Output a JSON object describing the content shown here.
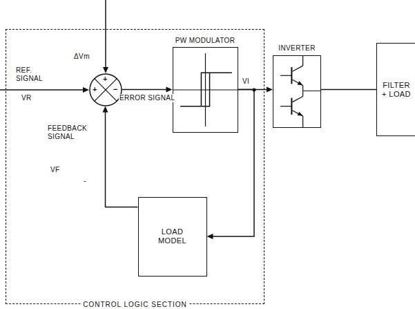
{
  "diagram": {
    "nodes": [
      {
        "text": [
          "CONTROL LOGIC SECTION"
        ]
      },
      {
        "text": [
          "+",
          "+",
          "−"
        ],
        "in": 0
      },
      {
        "text": [
          "PW MODULATOR"
        ],
        "in": 0
      },
      {
        "text": [
          "LOAD MODEL"
        ],
        "in": 0
      },
      {
        "text": [
          "INVERTER"
        ]
      },
      {
        "text": [
          "FILTER + LOAD"
        ]
      }
    ],
    "edges": [
      {
        "from": 1,
        "to": 2,
        "arrow": "to",
        "label": "ERROR SIGNAL"
      },
      {
        "from": 2,
        "to": 4,
        "arrow": "to"
      },
      {
        "from": 2,
        "to": 3,
        "arrow": "to"
      },
      {
        "from": 3,
        "to": 1,
        "arrow": "to"
      },
      {
        "from": 4,
        "to": 5,
        "arrow": "none"
      }
    ],
    "labels": [
      "REF. SIGNAL",
      "VR",
      "ΔVm",
      "VI",
      "FEEDBACK SIGNAL",
      "VF",
      "-"
    ]
  }
}
